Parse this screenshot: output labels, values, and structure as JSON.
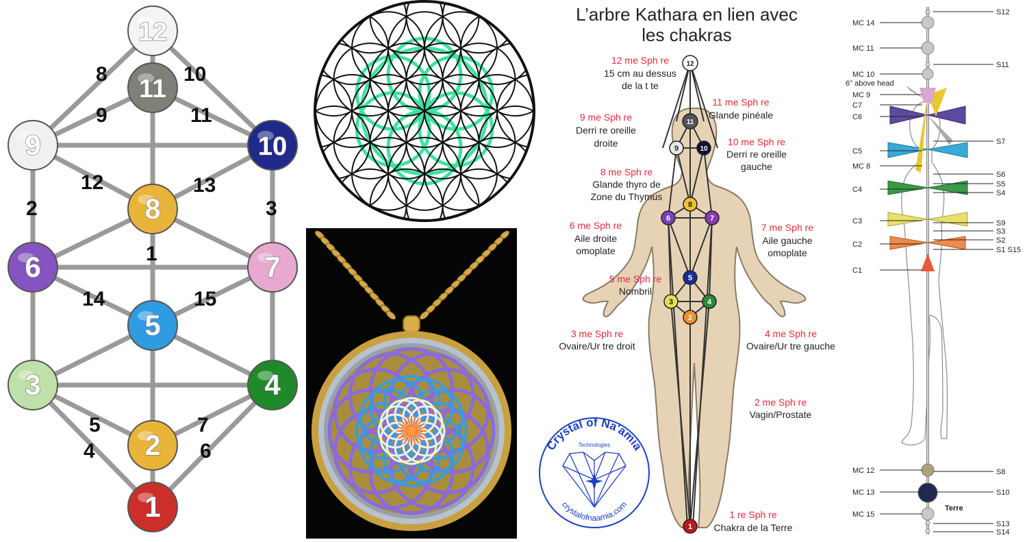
{
  "tree": {
    "spheres": [
      {
        "n": "12",
        "color": "#f4f4f4"
      },
      {
        "n": "11",
        "color": "#7d8178"
      },
      {
        "n": "9",
        "color": "#f0f0f0"
      },
      {
        "n": "10",
        "color": "#202a8a"
      },
      {
        "n": "8",
        "color": "#e9b43a"
      },
      {
        "n": "6",
        "color": "#8454c0"
      },
      {
        "n": "7",
        "color": "#e7a9cf"
      },
      {
        "n": "5",
        "color": "#2f9be0"
      },
      {
        "n": "3",
        "color": "#bfe0a8"
      },
      {
        "n": "4",
        "color": "#1f8a2a"
      },
      {
        "n": "2",
        "color": "#e9b43a"
      },
      {
        "n": "1",
        "color": "#cc2f2a"
      }
    ],
    "paths": [
      "8",
      "10",
      "9",
      "11",
      "12",
      "13",
      "2",
      "3",
      "1",
      "14",
      "15",
      "5",
      "7",
      "4",
      "6"
    ]
  },
  "pendant": {
    "chain_color": "#c9a040",
    "ring_color": "#cfa545"
  },
  "kathara": {
    "title_line1": "L’arbre Kathara en lien avec",
    "title_line2": "les chakras",
    "labels": [
      {
        "red": "12 me Sph re",
        "black": [
          "15 cm au dessus",
          "de la t  te"
        ]
      },
      {
        "red": "11 me Sph  re",
        "black": [
          "Glande pinéale"
        ]
      },
      {
        "red": "9 me Sph  re",
        "black": [
          "Derri  re oreille",
          "droite"
        ]
      },
      {
        "red": "10 me Sph  re",
        "black": [
          "Derri  re oreille",
          "gauche"
        ]
      },
      {
        "red": "8 me Sph  re",
        "black": [
          "Glande thyro  de",
          "Zone du Thymus"
        ]
      },
      {
        "red": "6 me Sph  re",
        "black": [
          "Aile droite",
          "omoplate"
        ]
      },
      {
        "red": "7 me Sph  re",
        "black": [
          "Aile gauche",
          "omoplate"
        ]
      },
      {
        "red": "5 me Sph  re",
        "black": [
          "Nombril"
        ]
      },
      {
        "red": "3 me Sph  re",
        "black": [
          "Ovaire/Ur  tre droit"
        ]
      },
      {
        "red": "4 me Sph  re",
        "black": [
          "Ovaire/Ur  tre gauche"
        ]
      },
      {
        "red": "2 me Sph  re",
        "black": [
          "Vagin/Prostate"
        ]
      },
      {
        "red": "1 re Sph  re",
        "black": [
          "Chakra de la Terre"
        ]
      }
    ],
    "nodes": [
      "12",
      "11",
      "9",
      "10",
      "8",
      "6",
      "7",
      "5",
      "3",
      "4",
      "2",
      "1"
    ],
    "logo": {
      "name": "Crystal of Na'amia",
      "sub": "Technologies",
      "url": "crystalofnaamia.com"
    }
  },
  "body_chart": {
    "left_labels": [
      "MC 14",
      "MC 11",
      "MC 10",
      "6\" above head",
      "MC 9",
      "C7",
      "C6",
      "C5",
      "MC 8",
      "C4",
      "C3",
      "C2",
      "C1",
      "MC 12",
      "MC 13",
      "MC 15"
    ],
    "right_labels": [
      "S12",
      "S11",
      "S7",
      "S6",
      "S5",
      "S4",
      "S9",
      "S3",
      "S2",
      "S1 S15",
      "S8",
      "S10",
      "Terre",
      "S13",
      "S14"
    ]
  }
}
